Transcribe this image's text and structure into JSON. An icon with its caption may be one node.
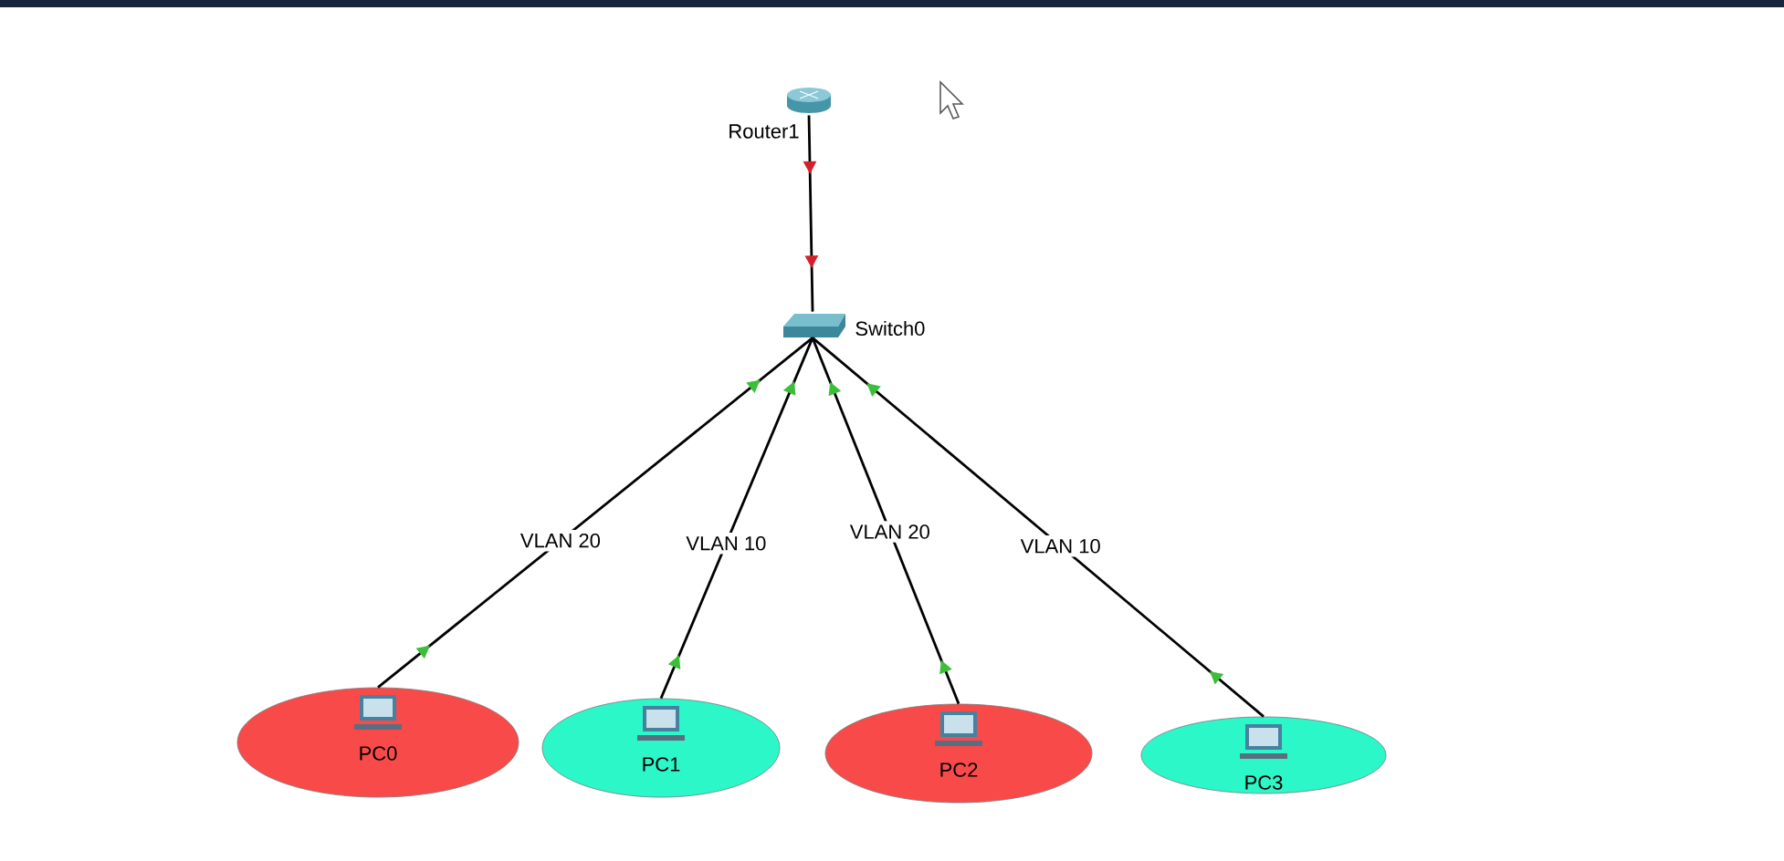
{
  "diagram": {
    "nodes": [
      {
        "text": [
          "Router1"
        ]
      },
      {
        "text": [
          "Switch0"
        ]
      },
      {
        "text": [
          "PC0"
        ]
      },
      {
        "text": [
          "PC1"
        ]
      },
      {
        "text": [
          "PC2"
        ]
      },
      {
        "text": [
          "PC3"
        ]
      }
    ],
    "edges": [
      {
        "from": 0,
        "to": 1,
        "arrow": "to"
      },
      {
        "from": 2,
        "to": 1,
        "arrow": "to",
        "label": "VLAN 20"
      },
      {
        "from": 3,
        "to": 1,
        "arrow": "to",
        "label": "VLAN 10"
      },
      {
        "from": 4,
        "to": 1,
        "arrow": "to",
        "label": "VLAN 20"
      },
      {
        "from": 5,
        "to": 1,
        "arrow": "to",
        "label": "VLAN 10"
      }
    ]
  }
}
